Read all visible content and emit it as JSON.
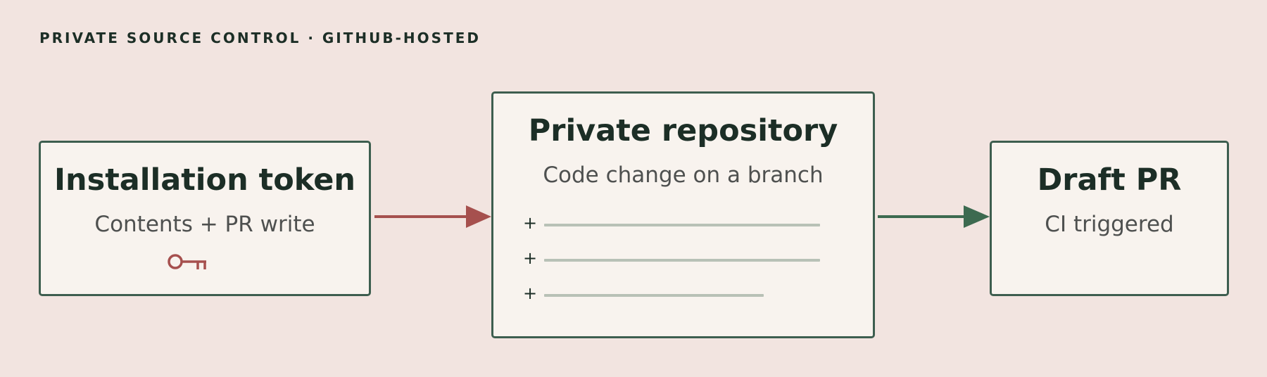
{
  "header": {
    "eyebrow": "PRIVATE SOURCE CONTROL · GITHUB-HOSTED"
  },
  "nodes": {
    "token": {
      "title": "Installation token",
      "subtitle": "Contents + PR write",
      "icon": "key-icon"
    },
    "repo": {
      "title": "Private repository",
      "subtitle": "Code change on a branch",
      "diff_rows": [
        {
          "marker": "+",
          "icon": "added-line"
        },
        {
          "marker": "+",
          "icon": "added-line"
        },
        {
          "marker": "+",
          "icon": "added-line"
        }
      ]
    },
    "pr": {
      "title": "Draft PR",
      "subtitle": "CI triggered"
    }
  },
  "colors": {
    "background": "#f2e4e0",
    "box_fill": "#f8f3ee",
    "box_border": "#3d5e4f",
    "token_accent": "#a6504e",
    "flow_accent": "#3d6a50",
    "diff_line": "#b8c1b6"
  }
}
